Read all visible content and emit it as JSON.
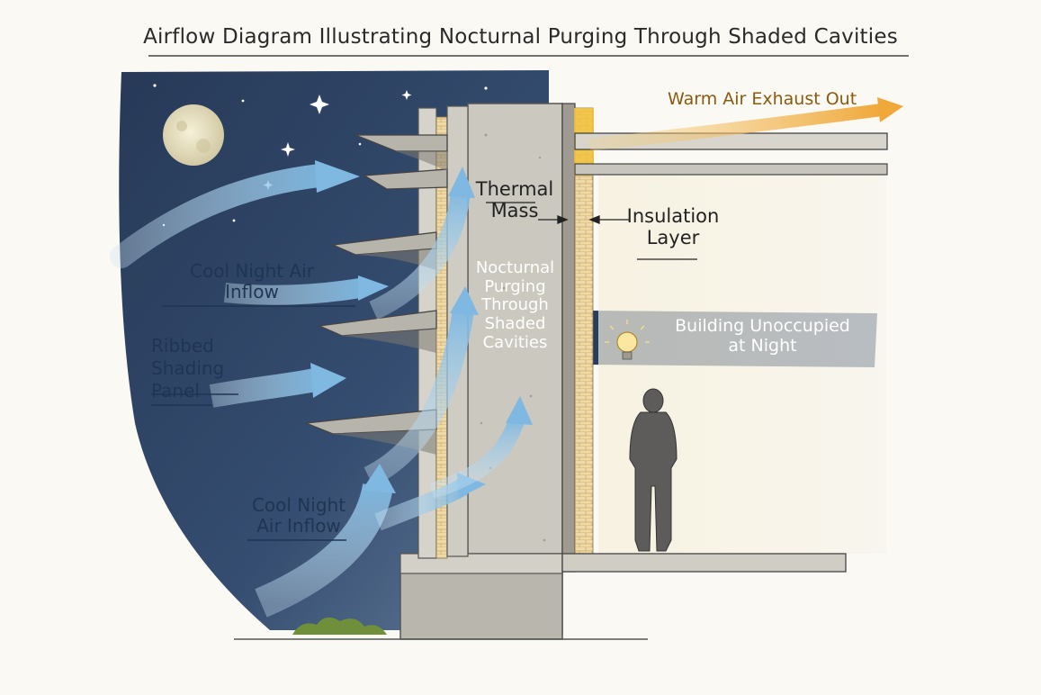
{
  "title": "Airflow Diagram Illustrating Nocturnal Purging Through Shaded Cavities",
  "labels": {
    "cool_night_air_upper": [
      "Cool Night Air",
      "Inflow"
    ],
    "ribbed_shading_panel": [
      "Ribbed",
      "Shading",
      "Panel"
    ],
    "cool_night_air_lower": [
      "Cool Night",
      "Air Inflow"
    ],
    "thermal_mass": [
      "Thermal",
      "Mass"
    ],
    "nocturnal_purging": [
      "Nocturnal",
      "Purging",
      "Through",
      "Shaded",
      "Cavities"
    ],
    "insulation_layer": [
      "Insulation",
      "Layer"
    ],
    "building_unoccupied": [
      "Building Unoccupied",
      "at Night"
    ],
    "warm_air_exhaust": "Warm Air Exhaust Out"
  },
  "colors": {
    "night_sky": "#22385a",
    "airflow_blue": "#8fc3e6",
    "insulation_yellow": "#f2c23c",
    "exhaust_gold": "#e8a73a",
    "concrete": "#c9c6bd",
    "label_navy": "#1f3553"
  },
  "icons": {
    "moon": "moon-icon",
    "stars": "star-icon",
    "bulb": "light-bulb-icon",
    "person": "person-icon"
  }
}
